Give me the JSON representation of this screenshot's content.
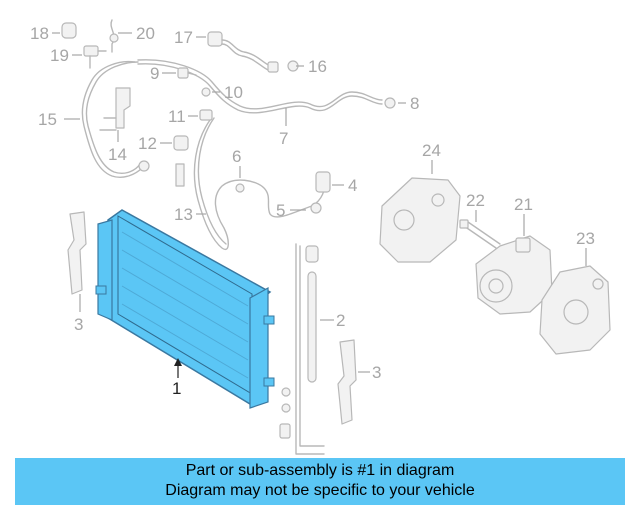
{
  "diagram": {
    "highlighted_part": "1",
    "highlight_color": "#5bc6f5",
    "callouts": [
      "1",
      "2",
      "3",
      "3",
      "4",
      "5",
      "6",
      "7",
      "8",
      "9",
      "10",
      "11",
      "12",
      "13",
      "14",
      "15",
      "16",
      "17",
      "18",
      "19",
      "20",
      "21",
      "22",
      "23",
      "24"
    ]
  },
  "banner": {
    "line1": "Part or sub-assembly is #1 in diagram",
    "line2": "Diagram may not be specific to your vehicle",
    "background": "#5bc6f5"
  }
}
